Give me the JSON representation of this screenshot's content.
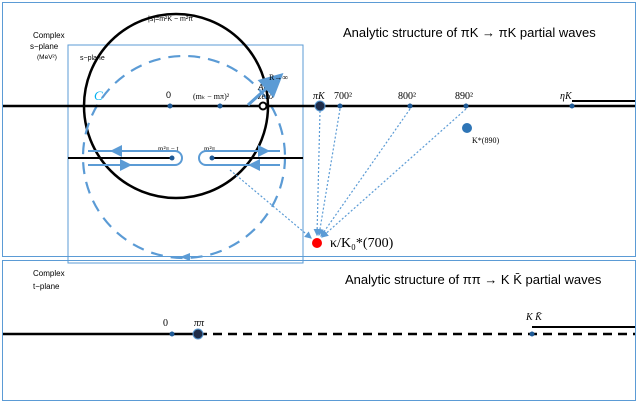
{
  "top_panel": {
    "plane_label_line1": "Complex",
    "plane_label_line2": "s−plane",
    "plane_label_line3": "(MeV²)",
    "title": "Analytic structure of πK → πK partial waves",
    "inner_box_label": "s−plane",
    "circle_label": "|s|=m²K − m²π",
    "contour_label": "C",
    "origin_label": "0",
    "point_mkmpi": "(mₖ − mπ)²",
    "radius_label": "R→∞",
    "adler_label": "Adler",
    "zero_label": "zero",
    "cut_left_label": "m²π − t",
    "cut_right_label": "m²π",
    "threshold_label": "πK",
    "mark_700": "700²",
    "mark_800": "800²",
    "mark_890": "890²",
    "etaK_label": "ηK",
    "kstar_label": "K*(890)",
    "kappa_label": "κ/K₀*(700)"
  },
  "bottom_panel": {
    "plane_label_line1": "Complex",
    "plane_label_line2": "t−plane",
    "title": "Analytic structure of ππ → K K̄ partial waves",
    "origin_label": "0",
    "pipi_label": "ππ",
    "kkbar_label": "K K̄"
  },
  "colors": {
    "accent_blue": "#5b9bd5",
    "dark_blue": "#1f5a96",
    "kappa_red": "#ff0000",
    "kstar_blue": "#2e75b6"
  }
}
